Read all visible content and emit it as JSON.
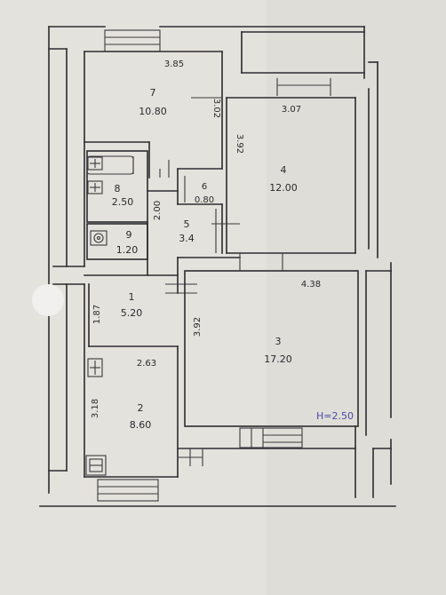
{
  "rooms": [
    {
      "id": "r7",
      "number": "7",
      "area": "10.80"
    },
    {
      "id": "r4",
      "number": "4",
      "area": "12.00"
    },
    {
      "id": "r8",
      "number": "8",
      "area": "2.50"
    },
    {
      "id": "r6",
      "number": "6",
      "area": "0.80"
    },
    {
      "id": "r5",
      "number": "5",
      "area": "3.4"
    },
    {
      "id": "r9",
      "number": "9",
      "area": "1.20"
    },
    {
      "id": "r1",
      "number": "1",
      "area": "5.20"
    },
    {
      "id": "r3",
      "number": "3",
      "area": "17.20"
    },
    {
      "id": "r2",
      "number": "2",
      "area": "8.60"
    }
  ],
  "dimensions": {
    "d385": "3.85",
    "d302": "3.02",
    "d307": "3.07",
    "d392_top": "3.92",
    "d200": "2.00",
    "d438": "4.38",
    "d187": "1.87",
    "d392_mid": "3.92",
    "d263": "2.63",
    "d318": "3.18"
  },
  "ceiling_height": "H=2.50",
  "colors": {
    "paper": "#e4e2dc",
    "ink": "#2c2c30",
    "note_ink": "#4b4aa8"
  }
}
